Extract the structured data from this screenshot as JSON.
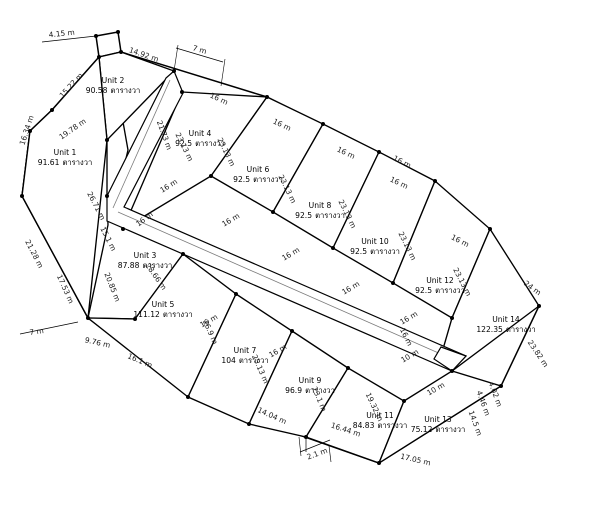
{
  "document": {
    "kind": "land-subdivision-plat",
    "area_unit_label": "ตารางวา",
    "total_units": 14
  },
  "units": [
    {
      "id": "unit-1",
      "name": "Unit 1",
      "area": "91.61",
      "area_unit": "ตารางวา"
    },
    {
      "id": "unit-2",
      "name": "Unit 2",
      "area": "90.58",
      "area_unit": "ตารางวา"
    },
    {
      "id": "unit-3",
      "name": "Unit 3",
      "area": "87.88",
      "area_unit": "ตารางวา"
    },
    {
      "id": "unit-4",
      "name": "Unit 4",
      "area": "92.5",
      "area_unit": "ตารางวา"
    },
    {
      "id": "unit-5",
      "name": "Unit 5",
      "area": "111.12",
      "area_unit": "ตารางวา"
    },
    {
      "id": "unit-6",
      "name": "Unit 6",
      "area": "92.5",
      "area_unit": "ตารางวา"
    },
    {
      "id": "unit-7",
      "name": "Unit 7",
      "area": "104",
      "area_unit": "ตารางวา"
    },
    {
      "id": "unit-8",
      "name": "Unit 8",
      "area": "92.5",
      "area_unit": "ตารางวา"
    },
    {
      "id": "unit-9",
      "name": "Unit 9",
      "area": "96.9",
      "area_unit": "ตารางวา"
    },
    {
      "id": "unit-10",
      "name": "Unit 10",
      "area": "92.5",
      "area_unit": "ตารางวา"
    },
    {
      "id": "unit-11",
      "name": "Unit 11",
      "area": "84.83",
      "area_unit": "ตารางวา"
    },
    {
      "id": "unit-12",
      "name": "Unit 12",
      "area": "92.5",
      "area_unit": "ตารางวา"
    },
    {
      "id": "unit-13",
      "name": "Unit 13",
      "area": "75.12",
      "area_unit": "ตารางวา"
    },
    {
      "id": "unit-14",
      "name": "Unit 14",
      "area": "122.35",
      "area_unit": "ตารางวา"
    }
  ],
  "dimensions": {
    "top_left_entry": "4.15 m",
    "road_width_top": "7 m",
    "unit2_nw": "15.22 m",
    "unit2_ne": "14.92 m",
    "unit1_w": "16.34 m",
    "unit1_ne": "19.78 m",
    "unit1_sw": "21.28 m",
    "road_left_long": "26.71 m",
    "road_right_long": "21.73 m",
    "unit4_w": "23.13 m",
    "unit4_s": "16 m",
    "unit3_n": "16 m",
    "unit3_w": "15.1 m",
    "unit3_sw": "20.85 m",
    "boundary_sw": "17.53 m",
    "road_width_bottom": "7 m",
    "entry_south": "9.76 m",
    "unit5_ne": "28.66 m",
    "unit5_s": "16.1 m",
    "unit5_e": "26.9 m",
    "unit6_w": "23.13 m",
    "unit6_n": "16 m",
    "unit6_s": "16 m",
    "unit7_n": "16 m",
    "unit7_s": "14.04 m",
    "unit7_e": "25.13 m",
    "unit8_w": "23.13 m",
    "unit8_n": "16 m",
    "unit8_s": "16 m",
    "unit9_n": "16 m",
    "unit9_s": "16.44 m",
    "unit9_e": "23.1 m",
    "unit10_w": "23.13 m",
    "unit10_n": "16 m",
    "unit10_s": "16 m",
    "unit11_s_gap": "2.1 m",
    "unit11_e": "19.32 m",
    "unit12_w": "23.13 m",
    "unit12_n": "16 m",
    "unit12_s": "16 m",
    "unit13_n": "10 m",
    "unit13_s": "17.05 m",
    "unit13_e": "14.5 m",
    "unit14_w": "23.13 m",
    "unit14_n": "24 m",
    "unit14_road": "10 m",
    "unit14_se": "23.82 m",
    "corner_4_02": "4.02 m",
    "corner_4_46": "4.46 m",
    "east_16a": "16 m",
    "east_16b": "16 m",
    "east_16c": "16 m"
  }
}
